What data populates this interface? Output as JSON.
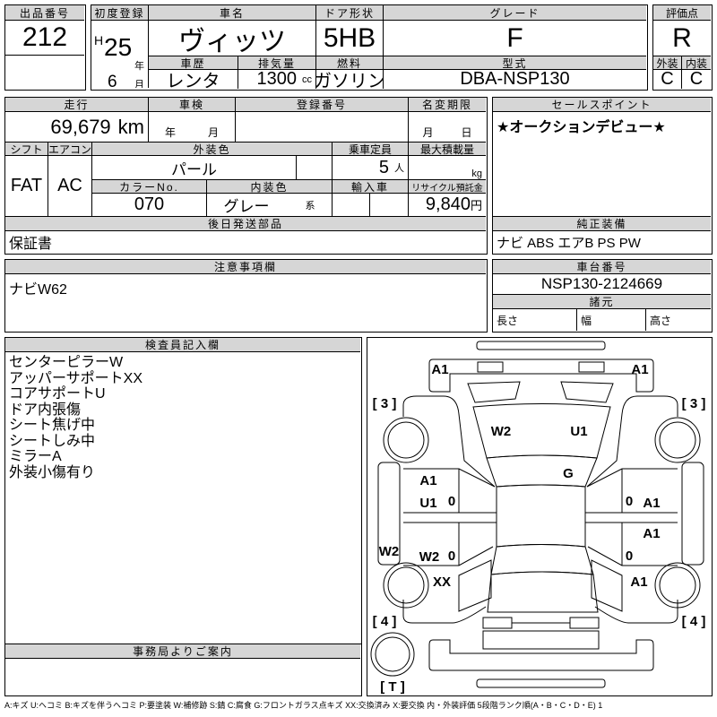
{
  "header": {
    "lot_label": "出品番号",
    "lot": "212",
    "first_reg_label": "初度登録",
    "era": "H",
    "year": "25",
    "year_unit": "年",
    "month": "6",
    "month_unit": "月",
    "name_label": "車名",
    "name": "ヴィッツ",
    "door_label": "ドア形状",
    "door": "5HB",
    "grade_label": "グレード",
    "grade": "F",
    "score_label": "評価点",
    "score": "R",
    "history_label": "車歴",
    "history": "レンタ",
    "displacement_label": "排気量",
    "displacement": "1300",
    "displacement_unit": "cc",
    "fuel_label": "燃料",
    "fuel": "ガソリン",
    "model_label": "型式",
    "model": "DBA-NSP130",
    "exterior_label": "外装",
    "exterior": "C",
    "interior_label": "内装",
    "interior": "C"
  },
  "details": {
    "mileage_label": "走行",
    "mileage": "69,679",
    "mileage_unit": "km",
    "inspection_label": "車検",
    "inspection_year": "年",
    "inspection_month": "月",
    "reg_no_label": "登録番号",
    "transfer_label": "名変期限",
    "transfer_month": "月",
    "transfer_day": "日",
    "shift_label": "シフト",
    "shift": "FAT",
    "ac_label": "エアコン",
    "ac": "AC",
    "color_label": "外装色",
    "color": "パール",
    "capacity_label": "乗車定員",
    "capacity": "5",
    "capacity_unit": "人",
    "load_label": "最大積載量",
    "load_unit": "kg",
    "color_no_label": "カラーNo.",
    "color_no": "070",
    "int_color_label": "内装色",
    "int_color": "グレー",
    "int_color_unit": "系",
    "import_label": "輸入車",
    "recycle_label": "リサイクル預託金",
    "recycle": "9,840",
    "recycle_unit": "円",
    "later_parts_label": "後日発送部品",
    "later_parts": "保証書"
  },
  "sales_point": {
    "label": "セールスポイント",
    "text": "★オークションデビュー★"
  },
  "equipment": {
    "label": "純正装備",
    "text": "ナビ ABS エアB PS PW"
  },
  "notes": {
    "label": "注意事項欄",
    "text": "ナビW62"
  },
  "chassis": {
    "label": "車台番号",
    "value": "NSP130-2124669",
    "spec_label": "諸元",
    "length": "長さ",
    "width": "幅",
    "height": "高さ"
  },
  "inspector": {
    "label": "検査員記入欄",
    "lines": [
      "センターピラーW",
      "アッパーサポートXX",
      "コアサポートU",
      "ドア内張傷",
      "シート焦げ中",
      "シートしみ中",
      "ミラーA",
      "外装小傷有り"
    ]
  },
  "office": {
    "label": "事務局よりご案内"
  },
  "diagram": {
    "marks": {
      "front_left": "A1",
      "front_right": "A1",
      "tire_fl": "[ 3 ]",
      "tire_fr": "[ 3 ]",
      "windshield_w": "W2",
      "windshield_u": "U1",
      "glass": "G",
      "fl_door_a": "A1",
      "fl_door_u": "U1",
      "fl_zero": "0",
      "fr_zero": "0",
      "fr_door": "A1",
      "rr_door": "A1",
      "sill_left": "W2",
      "rl_door": "W2",
      "rl_zero": "0",
      "rr_zero": "0",
      "rear_left": "XX",
      "rear_right": "A1",
      "tire_rl": "[ 4 ]",
      "tire_rr": "[ 4 ]",
      "spare": "[ T ]"
    }
  },
  "legend": "A:キズ U:ヘコミ B:キズを伴うヘコミ P:要塗装 W:補修跡 S:錆 C:腐食 G:フロントガラス点キズ XX:交換済み X:要交換 内・外装評価 5段階ランク順(A・B・C・D・E) 1"
}
